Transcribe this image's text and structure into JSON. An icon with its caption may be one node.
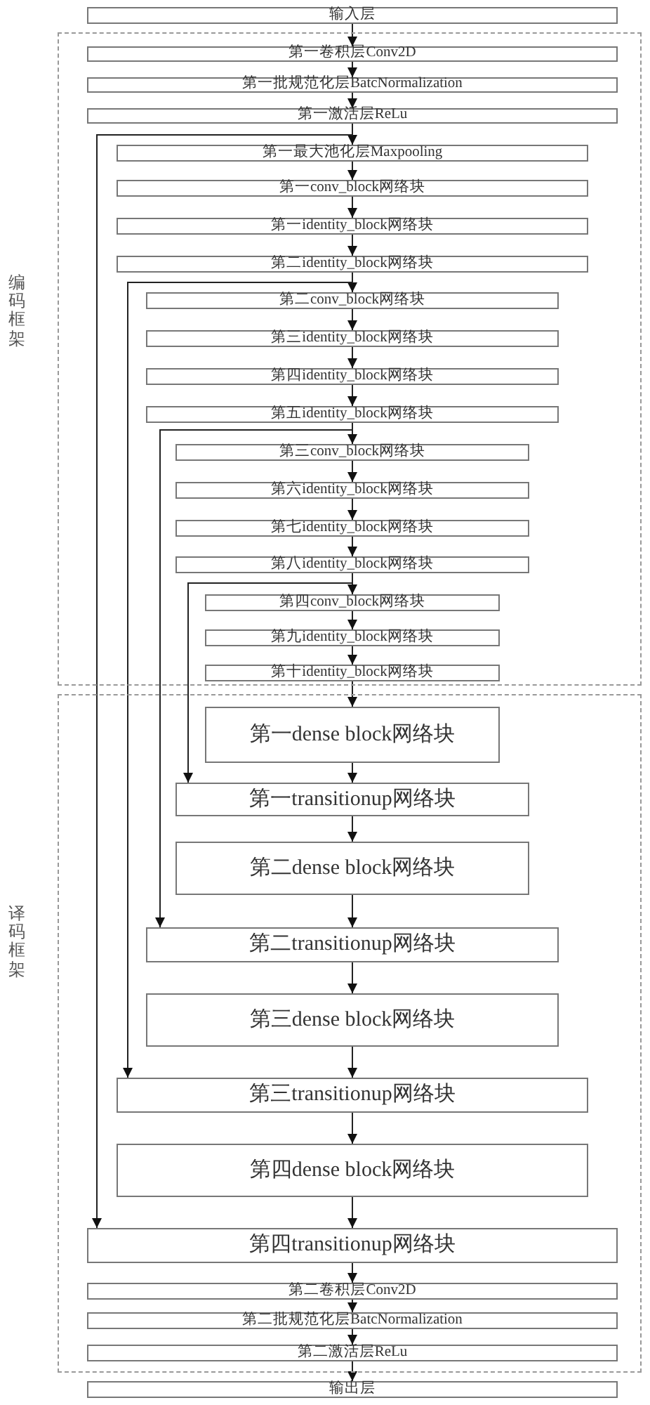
{
  "diagram": {
    "nodes": [
      {
        "text": [
          "输入层"
        ]
      },
      {
        "text": [
          "编码框架"
        ]
      },
      {
        "text": [
          "第一卷积层Conv2D"
        ],
        "in": 1
      },
      {
        "text": [
          "第一批规范化层BatcNormalization"
        ],
        "in": 1
      },
      {
        "text": [
          "第一激活层ReLu"
        ],
        "in": 1
      },
      {
        "text": [
          "第一最大池化层Maxpooling"
        ],
        "in": 1
      },
      {
        "text": [
          "第一conv_block网络块"
        ],
        "in": 1
      },
      {
        "text": [
          "第一identity_block网络块"
        ],
        "in": 1
      },
      {
        "text": [
          "第二identity_block网络块"
        ],
        "in": 1
      },
      {
        "text": [
          "第二conv_block网络块"
        ],
        "in": 1
      },
      {
        "text": [
          "第三identity_block网络块"
        ],
        "in": 1
      },
      {
        "text": [
          "第四identity_block网络块"
        ],
        "in": 1
      },
      {
        "text": [
          "第五identity_block网络块"
        ],
        "in": 1
      },
      {
        "text": [
          "第三conv_block网络块"
        ],
        "in": 1
      },
      {
        "text": [
          "第六identity_block网络块"
        ],
        "in": 1
      },
      {
        "text": [
          "第七identity_block网络块"
        ],
        "in": 1
      },
      {
        "text": [
          "第八identity_block网络块"
        ],
        "in": 1
      },
      {
        "text": [
          "第四conv_block网络块"
        ],
        "in": 1
      },
      {
        "text": [
          "第九identity_block网络块"
        ],
        "in": 1
      },
      {
        "text": [
          "第十identity_block网络块"
        ],
        "in": 1
      },
      {
        "text": [
          "译码框架"
        ]
      },
      {
        "text": [
          "第一dense block网络块"
        ],
        "in": 20
      },
      {
        "text": [
          "第一transitionup网络块"
        ],
        "in": 20
      },
      {
        "text": [
          "第二dense block网络块"
        ],
        "in": 20
      },
      {
        "text": [
          "第二transitionup网络块"
        ],
        "in": 20
      },
      {
        "text": [
          "第三dense block网络块"
        ],
        "in": 20
      },
      {
        "text": [
          "第三transitionup网络块"
        ],
        "in": 20
      },
      {
        "text": [
          "第四dense block网络块"
        ],
        "in": 20
      },
      {
        "text": [
          "第四transitionup网络块"
        ],
        "in": 20
      },
      {
        "text": [
          "第二卷积层Conv2D"
        ],
        "in": 20
      },
      {
        "text": [
          "第二批规范化层BatcNormalization"
        ],
        "in": 20
      },
      {
        "text": [
          "第二激活层ReLu"
        ],
        "in": 20
      },
      {
        "text": [
          "输出层"
        ]
      }
    ],
    "edges": [
      {
        "from": 0,
        "to": 2,
        "arrow": "to"
      },
      {
        "from": 2,
        "to": 3,
        "arrow": "to"
      },
      {
        "from": 3,
        "to": 4,
        "arrow": "to"
      },
      {
        "from": 4,
        "to": 5,
        "arrow": "to"
      },
      {
        "from": 5,
        "to": 6,
        "arrow": "to"
      },
      {
        "from": 6,
        "to": 7,
        "arrow": "to"
      },
      {
        "from": 7,
        "to": 8,
        "arrow": "to"
      },
      {
        "from": 8,
        "to": 9,
        "arrow": "to"
      },
      {
        "from": 9,
        "to": 10,
        "arrow": "to"
      },
      {
        "from": 10,
        "to": 11,
        "arrow": "to"
      },
      {
        "from": 11,
        "to": 12,
        "arrow": "to"
      },
      {
        "from": 12,
        "to": 13,
        "arrow": "to"
      },
      {
        "from": 13,
        "to": 14,
        "arrow": "to"
      },
      {
        "from": 14,
        "to": 15,
        "arrow": "to"
      },
      {
        "from": 15,
        "to": 16,
        "arrow": "to"
      },
      {
        "from": 16,
        "to": 17,
        "arrow": "to"
      },
      {
        "from": 17,
        "to": 18,
        "arrow": "to"
      },
      {
        "from": 18,
        "to": 19,
        "arrow": "to"
      },
      {
        "from": 19,
        "to": 21,
        "arrow": "to"
      },
      {
        "from": 21,
        "to": 22,
        "arrow": "to"
      },
      {
        "from": 22,
        "to": 23,
        "arrow": "to"
      },
      {
        "from": 23,
        "to": 24,
        "arrow": "to"
      },
      {
        "from": 24,
        "to": 25,
        "arrow": "to"
      },
      {
        "from": 25,
        "to": 26,
        "arrow": "to"
      },
      {
        "from": 26,
        "to": 27,
        "arrow": "to"
      },
      {
        "from": 27,
        "to": 28,
        "arrow": "to"
      },
      {
        "from": 28,
        "to": 29,
        "arrow": "to"
      },
      {
        "from": 29,
        "to": 30,
        "arrow": "to"
      },
      {
        "from": 30,
        "to": 31,
        "arrow": "to"
      },
      {
        "from": 31,
        "to": 32,
        "arrow": "to"
      },
      {
        "from": 4,
        "to": 28,
        "arrow": "to"
      },
      {
        "from": 8,
        "to": 26,
        "arrow": "to"
      },
      {
        "from": 12,
        "to": 24,
        "arrow": "to"
      },
      {
        "from": 16,
        "to": 22,
        "arrow": "to"
      }
    ]
  }
}
